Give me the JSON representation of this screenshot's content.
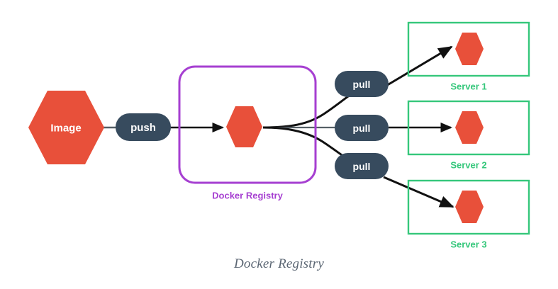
{
  "figure": {
    "caption": "Docker Registry",
    "background_color": "#ffffff"
  },
  "colors": {
    "hexagon_red": "#e8503a",
    "pill_navy": "#374b5e",
    "registry_purple": "#a63fd1",
    "server_green": "#35c77b",
    "arrow_black": "#111111",
    "connector_gray": "#555f66",
    "caption_gray": "#5b6673"
  },
  "source": {
    "label": "Image",
    "shape": "hexagon"
  },
  "push": {
    "label": "push",
    "shape": "pill"
  },
  "registry": {
    "label": "Docker Registry",
    "shape": "rounded-rect",
    "inner_node": {
      "label": "",
      "shape": "hexagon"
    }
  },
  "pulls": [
    {
      "label": "pull"
    },
    {
      "label": "pull"
    },
    {
      "label": "pull"
    }
  ],
  "servers": [
    {
      "label": "Server 1",
      "shape": "rect",
      "node_shape": "hexagon"
    },
    {
      "label": "Server 2",
      "shape": "rect",
      "node_shape": "hexagon"
    },
    {
      "label": "Server 3",
      "shape": "rect",
      "node_shape": "hexagon"
    }
  ]
}
